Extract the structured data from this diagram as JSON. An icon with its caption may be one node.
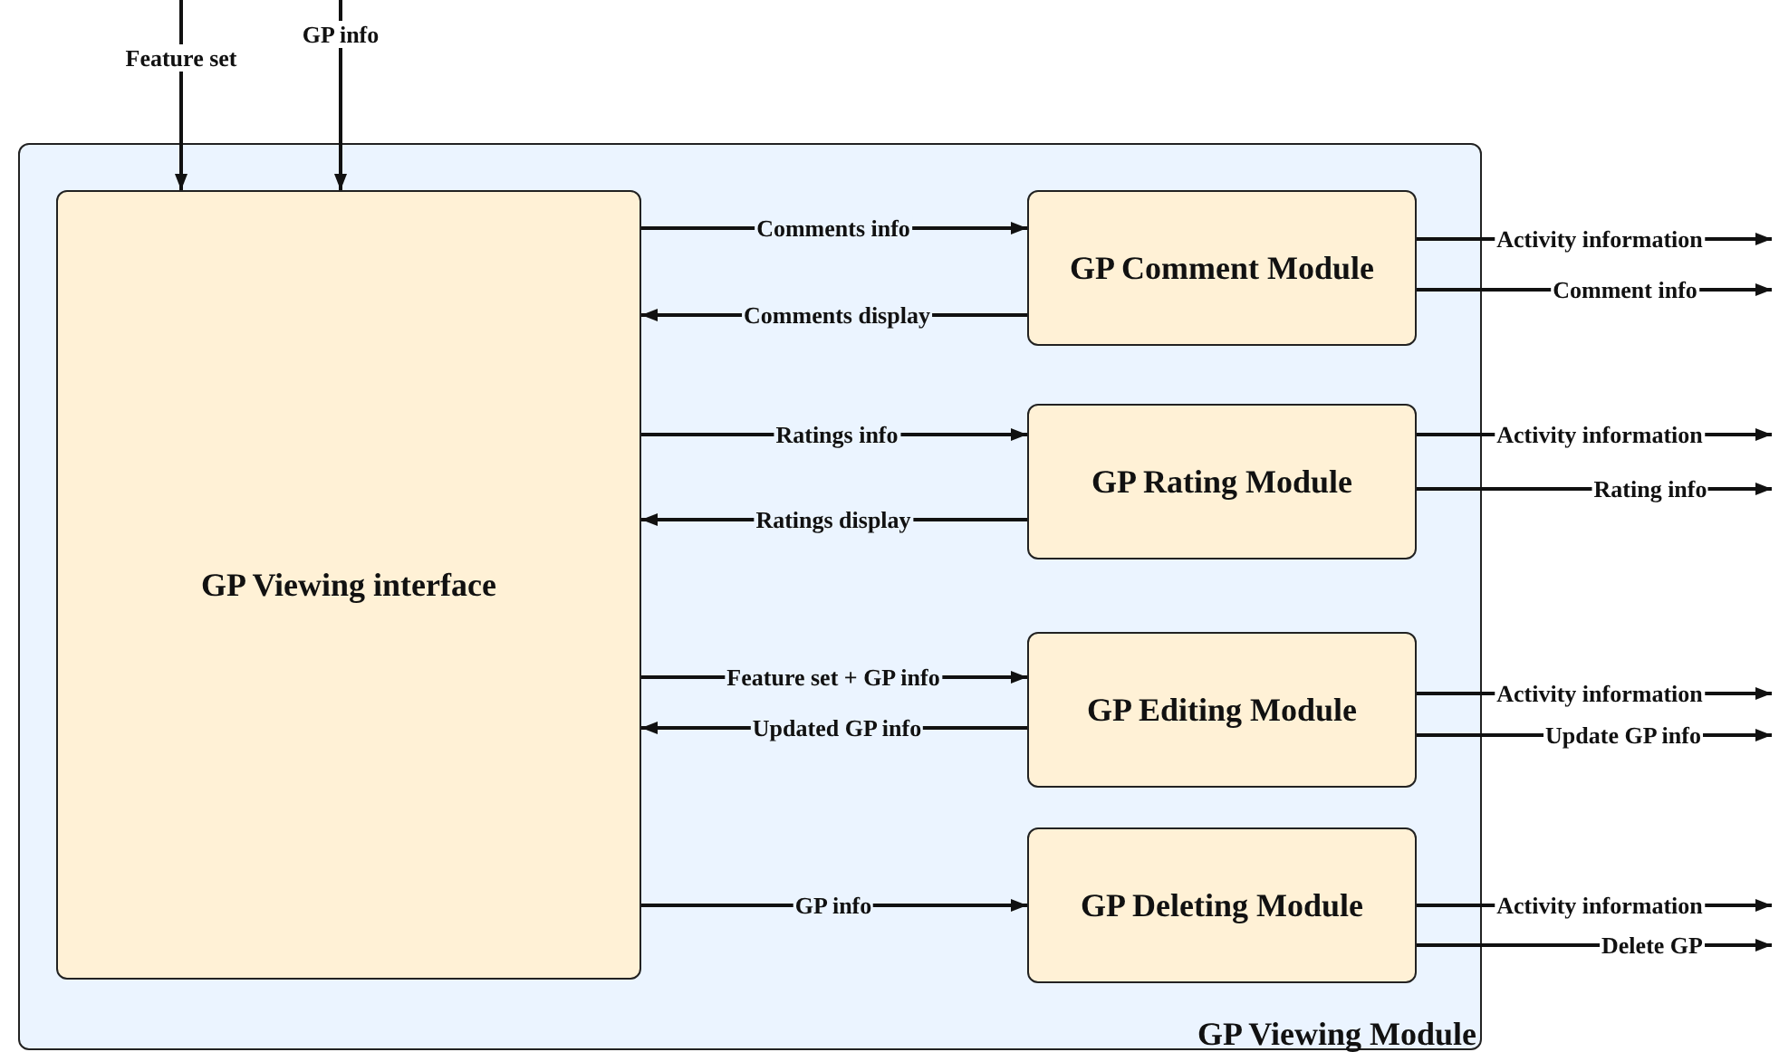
{
  "diagram": {
    "nodes": [
      {
        "text": [
          "GP Viewing Module"
        ]
      },
      {
        "text": [
          "GP Viewing interface"
        ],
        "in": 0
      },
      {
        "text": [
          "GP Comment Module"
        ],
        "in": 0
      },
      {
        "text": [
          "GP Rating Module"
        ],
        "in": 0
      },
      {
        "text": [
          "GP Editing Module"
        ],
        "in": 0
      },
      {
        "text": [
          "GP Deleting Module"
        ],
        "in": 0
      }
    ],
    "edges": [
      {
        "from": null,
        "to": 1,
        "arrow": "to",
        "label": "Feature set"
      },
      {
        "from": null,
        "to": 1,
        "arrow": "to",
        "label": "GP info"
      },
      {
        "from": 1,
        "to": 2,
        "arrow": "to",
        "label": "Comments info"
      },
      {
        "from": 2,
        "to": 1,
        "arrow": "to",
        "label": "Comments display"
      },
      {
        "from": 1,
        "to": 3,
        "arrow": "to",
        "label": "Ratings info"
      },
      {
        "from": 3,
        "to": 1,
        "arrow": "to",
        "label": "Ratings display"
      },
      {
        "from": 1,
        "to": 4,
        "arrow": "to",
        "label": "Feature set + GP info"
      },
      {
        "from": 4,
        "to": 1,
        "arrow": "to",
        "label": "Updated GP info"
      },
      {
        "from": 1,
        "to": 5,
        "arrow": "to",
        "label": "GP info"
      },
      {
        "from": 2,
        "to": null,
        "arrow": "to",
        "label": "Activity information"
      },
      {
        "from": 2,
        "to": null,
        "arrow": "to",
        "label": "Comment info"
      },
      {
        "from": 3,
        "to": null,
        "arrow": "to",
        "label": "Activity information"
      },
      {
        "from": 3,
        "to": null,
        "arrow": "to",
        "label": "Rating info"
      },
      {
        "from": 4,
        "to": null,
        "arrow": "to",
        "label": "Activity information"
      },
      {
        "from": 4,
        "to": null,
        "arrow": "to",
        "label": "Update GP info"
      },
      {
        "from": 5,
        "to": null,
        "arrow": "to",
        "label": "Activity information"
      },
      {
        "from": 5,
        "to": null,
        "arrow": "to",
        "label": "Delete GP"
      }
    ]
  }
}
